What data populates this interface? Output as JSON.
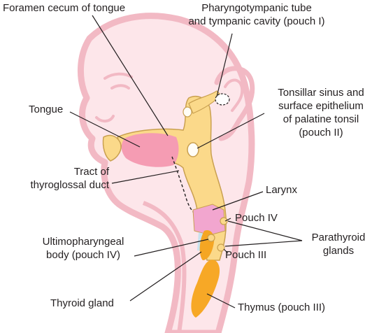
{
  "diagram": {
    "colors": {
      "skin_outline": "#f2b9c4",
      "skin_fill": "#fde6ea",
      "tongue": "#f59cb3",
      "pharynx": "#fbd98a",
      "pharynx_outline": "#c9a050",
      "larynx": "#f2a6cf",
      "gland": "#f5a623",
      "thymus": "#f7a826",
      "trachea": "#c9e3ef",
      "leader_line": "#231f20"
    },
    "labels": {
      "foramen_cecum": "Foramen cecum of tongue",
      "pharyngotympanic_line1": "Pharyngotympanic tube",
      "pharyngotympanic_line2": "and tympanic cavity (pouch I)",
      "tonsil_line1": "Tonsillar sinus and",
      "tonsil_line2": "surface epithelium",
      "tonsil_line3": "of palatine tonsil",
      "tonsil_line4": "(pouch II)",
      "tongue": "Tongue",
      "tract_line1": "Tract of",
      "tract_line2": "thyroglossal duct",
      "larynx": "Larynx",
      "pouch_iv": "Pouch IV",
      "ultimo_line1": "Ultimopharyngeal",
      "ultimo_line2": "body (pouch IV)",
      "parathyroid_line1": "Parathyroid",
      "parathyroid_line2": "glands",
      "pouch_iii": "Pouch III",
      "thyroid_gland": "Thyroid gland",
      "thymus": "Thymus (pouch III)"
    }
  }
}
